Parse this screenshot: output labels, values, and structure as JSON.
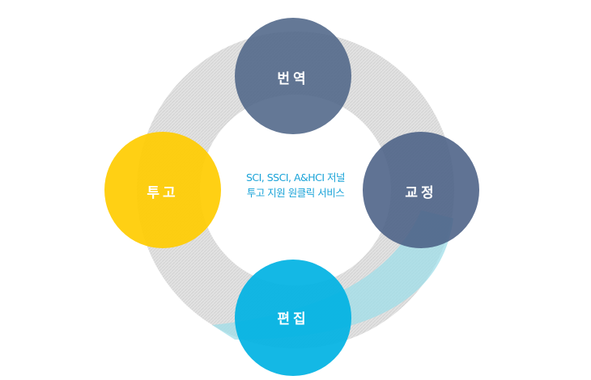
{
  "center_text": {
    "line1": "SCI, SSCI, A&HCI 저널",
    "line2": "투고 지원 원클릭 서비스"
  },
  "nodes": {
    "top": {
      "label": "번역",
      "color": "#4f6588"
    },
    "right": {
      "label": "교정",
      "color": "#4a6085"
    },
    "bottom": {
      "label": "편집",
      "color": "#00b2e3"
    },
    "left": {
      "label": "투고",
      "color": "#ffcc00"
    }
  },
  "ring_color": "#dcdcdc",
  "accent_color": "#9fdde8"
}
